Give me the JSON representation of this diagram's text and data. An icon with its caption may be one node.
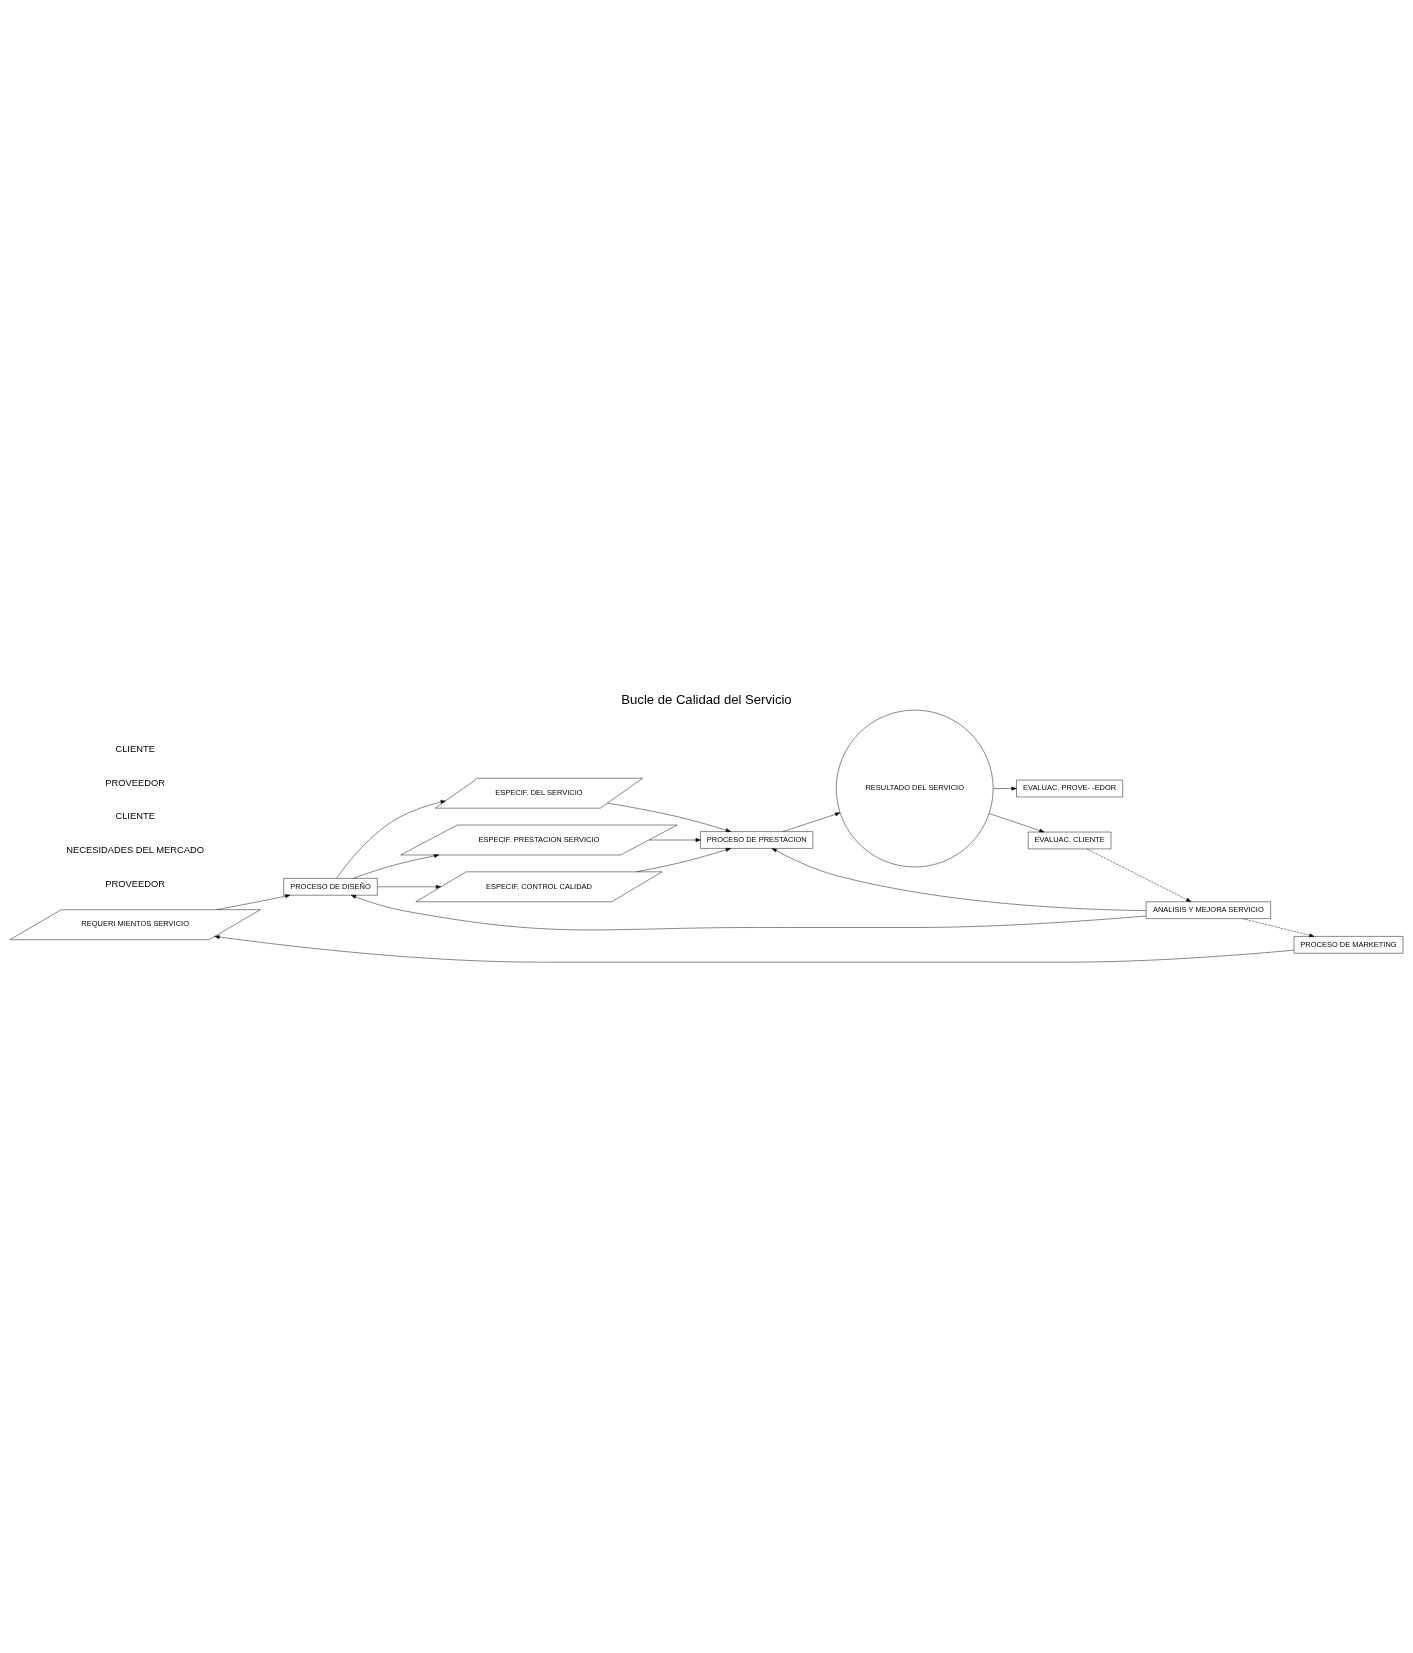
{
  "diagram": {
    "title": "Bucle de Calidad del Servicio",
    "nodes": [
      {
        "text": [
          "REQUERI MIENTOS SERVICIO"
        ]
      },
      {
        "text": [
          "PROCESO DE DISEÑO"
        ]
      },
      {
        "text": [
          "ESPECIF. DEL SERVICIO"
        ]
      },
      {
        "text": [
          "ESPECIF. PRESTACION SERVICIO"
        ]
      },
      {
        "text": [
          "ESPECIF. CONTROL CALIDAD"
        ]
      },
      {
        "text": [
          "PROCESO DE PRESTACION"
        ]
      },
      {
        "text": [
          "PROCESO DE MARKETING"
        ]
      },
      {
        "text": [
          "RESULTADO DEL SERVICIO"
        ]
      },
      {
        "text": [
          "EVALUAC. PROVE- -EDOR"
        ]
      },
      {
        "text": [
          "EVALUAC. CLIENTE"
        ]
      },
      {
        "text": [
          "ANALISIS Y MEJORA SERVICIO"
        ]
      }
    ],
    "edges": [
      {
        "from": 0,
        "to": 1,
        "arrow": "to"
      },
      {
        "from": 1,
        "to": 2,
        "arrow": "to"
      },
      {
        "from": 1,
        "to": 3,
        "arrow": "to"
      },
      {
        "from": 1,
        "to": 4,
        "arrow": "to"
      },
      {
        "from": 2,
        "to": 5,
        "arrow": "to"
      },
      {
        "from": 3,
        "to": 5,
        "arrow": "to"
      },
      {
        "from": 4,
        "to": 5,
        "arrow": "to"
      },
      {
        "from": 5,
        "to": 7,
        "arrow": "to"
      },
      {
        "from": 7,
        "to": 8,
        "arrow": "to"
      },
      {
        "from": 7,
        "to": 9,
        "arrow": "to"
      },
      {
        "from": 9,
        "to": 10,
        "arrow": "to",
        "style": "dashed"
      },
      {
        "from": 10,
        "to": 6,
        "arrow": "to",
        "style": "dashed"
      },
      {
        "from": 6,
        "to": 0,
        "arrow": "to"
      },
      {
        "from": 10,
        "to": 1,
        "arrow": "to"
      },
      {
        "from": 10,
        "to": 5,
        "arrow": "to"
      }
    ],
    "labels": [
      "PROVEEDOR",
      "NECESIDADES DEL MERCADO",
      "CLIENTE",
      "PROVEEDOR",
      "CLIENTE"
    ]
  }
}
